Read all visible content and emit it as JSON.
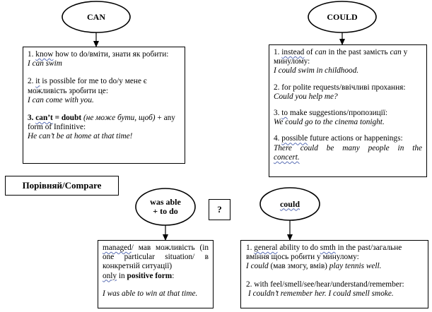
{
  "ovals": {
    "can": "CAN",
    "could": "COULD",
    "was_able_1": "was able",
    "was_able_2": "+ to do",
    "could_small": "could"
  },
  "question_mark": "?",
  "compare_label": "Порівняй/Compare",
  "can_box": {
    "item1_num": "1. ",
    "item1_a": "know",
    "item1_b": " how to do/вміти, знати як робити:",
    "item1_ex": "I can swim",
    "item2_num": "2. ",
    "item2_a": "it",
    "item2_b": " is possible for me to do/у мене є можливість зробити це:",
    "item2_ex": "I can come with you.",
    "item3_num": "3. ",
    "item3_a": "can’t",
    "item3_b": " = doubt",
    "item3_c": " (не може бути, щоб)",
    "item3_d": " + any form of Infinitive:",
    "item3_ex": "He can’t be at home at that time!"
  },
  "could_box": {
    "item1_num": "1. ",
    "item1_a": "instead",
    "item1_b": " of ",
    "item1_c": "can",
    "item1_d": " in the past замість ",
    "item1_e": "can",
    "item1_f": " у минулому:",
    "item1_ex": "I could swim in childhood.",
    "item2": "2. for polite requests/ввічливі прохання:",
    "item2_ex": "Could you help me?",
    "item3_num": "3. ",
    "item3_a": "to",
    "item3_b": " make suggestions/пропозиції:",
    "item3_ex": "We could go to the cinema tonight.",
    "item4_num": "4. ",
    "item4_a": "possible",
    "item4_b": " future actions or happenings:",
    "item4_ex_line1": "There could be many people in the",
    "item4_ex_line2": "concert."
  },
  "was_able_box": {
    "line1_a": "managed",
    "line1_b": "/ мав можливість (in",
    "line2": "one particular situation/ в",
    "line3": "конкретній ситуації)",
    "line4_a": "only",
    "line4_b": " in ",
    "line4_c": "positive form",
    "line4_d": ":",
    "example": "I was able to win at that time."
  },
  "could_general_box": {
    "item1_num": "1. ",
    "item1_a": "general",
    "item1_b": " ability to do ",
    "item1_c": "smth",
    "item1_d": " in the past/загальне вміння щось робити у минулому:",
    "item1_ex_a": "I could",
    "item1_ex_b": " (мав змогу, вмів) ",
    "item1_ex_c": "play tennis well.",
    "item2": "2. with feel/smell/see/hear/understand/remember:",
    "item2_ex": "I couldn’t remember her. I could smell smoke."
  }
}
